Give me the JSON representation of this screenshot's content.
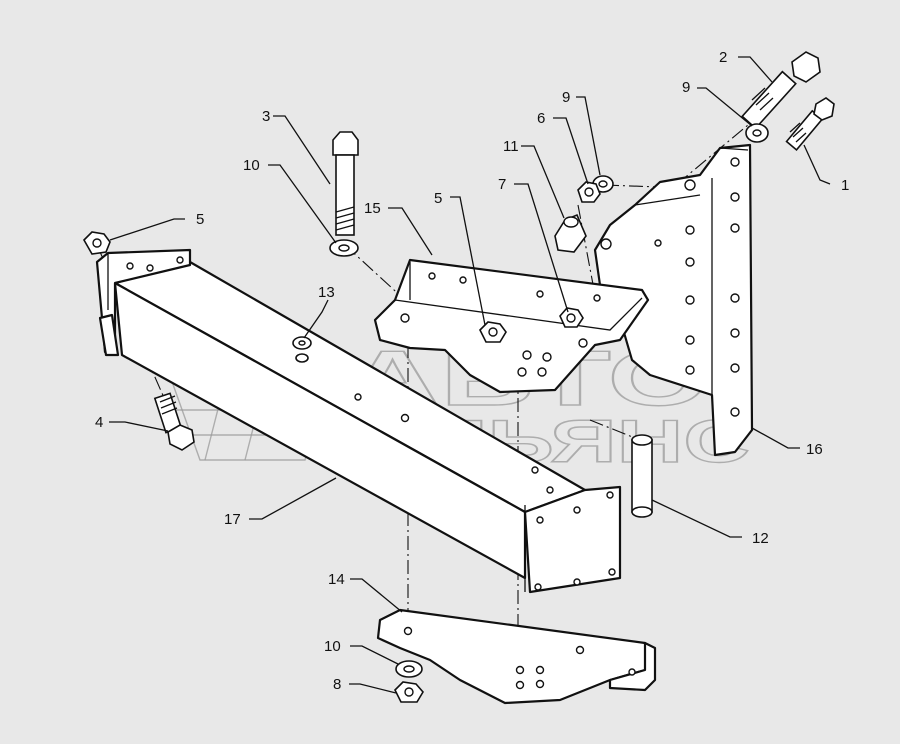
{
  "watermark": {
    "line1": "АВТО",
    "line2": "АЛЬЯНС"
  },
  "callouts": {
    "c1": "1",
    "c2": "2",
    "c3": "3",
    "c4": "4",
    "c5a": "5",
    "c5b": "5",
    "c6": "6",
    "c7": "7",
    "c8": "8",
    "c9a": "9",
    "c9b": "9",
    "c10a": "10",
    "c10b": "10",
    "c11": "11",
    "c12": "12",
    "c13": "13",
    "c14": "14",
    "c15": "15",
    "c16": "16",
    "c17": "17"
  }
}
